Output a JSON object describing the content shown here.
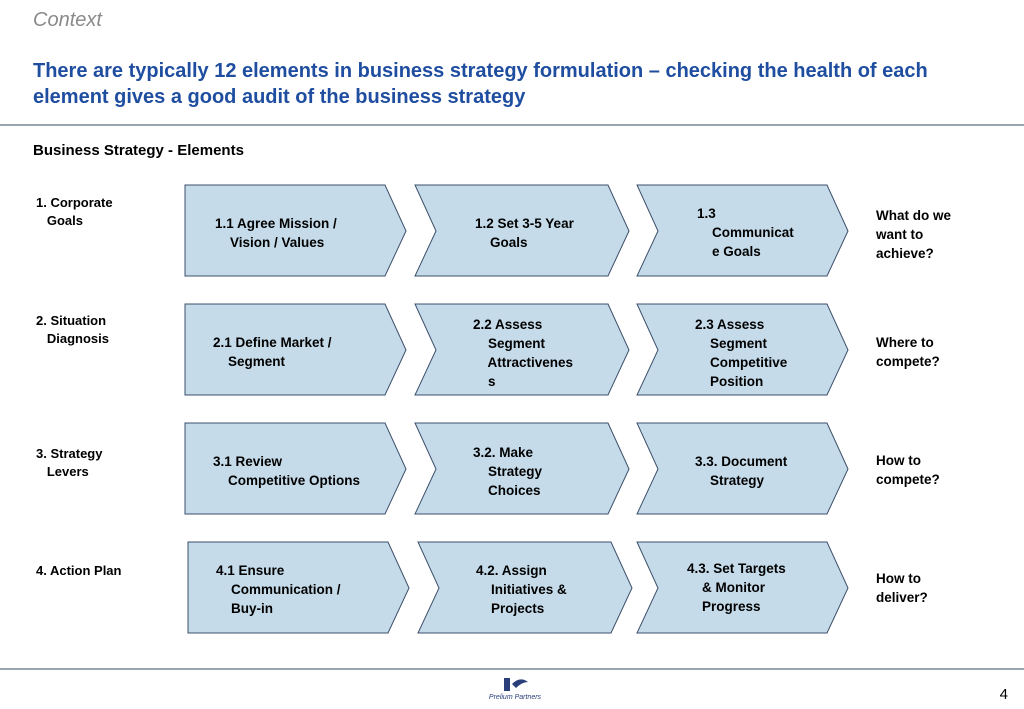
{
  "header": {
    "context": "Context",
    "headline": "There are typically 12 elements in business strategy formulation – checking the health of each element gives a good audit of the business strategy"
  },
  "section_title": "Business Strategy - Elements",
  "colors": {
    "accent": "#1f4ea0",
    "chevron_fill": "#c5dbe9",
    "chevron_stroke": "#3c4f6b"
  },
  "rows": [
    {
      "label": "1. Corporate\n   Goals",
      "steps": [
        "1.1 Agree Mission /\n    Vision / Values",
        "1.2 Set 3-5 Year\n    Goals",
        "1.3\n    Communicat\n    e Goals"
      ],
      "question": "What do we\nwant to\nachieve?"
    },
    {
      "label": "2. Situation\n   Diagnosis",
      "steps": [
        "2.1 Define Market /\n    Segment",
        "2.2 Assess\n    Segment\n    Attractivenes\n    s",
        "2.3 Assess\n    Segment\n    Competitive\n    Position"
      ],
      "question": "Where to\ncompete?"
    },
    {
      "label": "3. Strategy\n   Levers",
      "steps": [
        "3.1 Review\n    Competitive Options",
        "3.2. Make\n    Strategy\n    Choices",
        "3.3. Document\n    Strategy"
      ],
      "question": "How to\ncompete?"
    },
    {
      "label": "4. Action Plan",
      "steps": [
        "4.1 Ensure\n    Communication /\n    Buy-in",
        "4.2. Assign\n    Initiatives &\n    Projects",
        "4.3. Set Targets\n    & Monitor\n    Progress"
      ],
      "question": "How to\ndeliver?"
    }
  ],
  "footer": {
    "logo_text": "Prelium Partners",
    "page_number": "4"
  }
}
